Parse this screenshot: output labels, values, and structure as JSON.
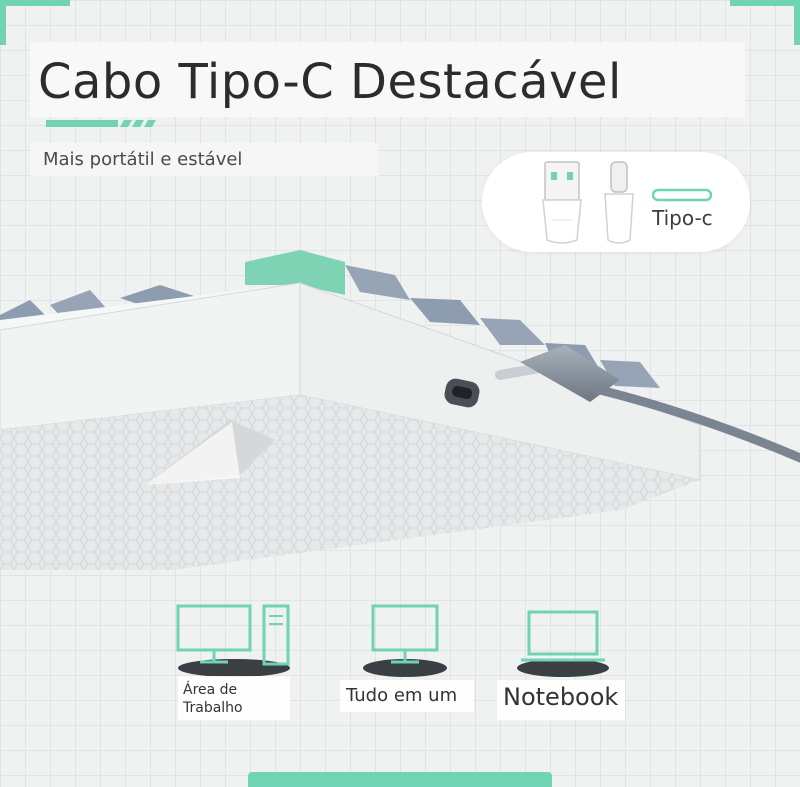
{
  "header": {
    "title": "Cabo Tipo-C Destacável",
    "subtitle": "Mais portátil e estável"
  },
  "connector_card": {
    "label": "Tipo-c",
    "icons": [
      "usb-a-connector-icon",
      "usb-c-connector-icon",
      "usb-c-port-icon"
    ]
  },
  "compatibility": {
    "items": [
      {
        "label_line1": "Área de",
        "label_line2": "Trabalho",
        "icon": "desktop-computer-icon"
      },
      {
        "label": "Tudo em um",
        "icon": "all-in-one-monitor-icon"
      },
      {
        "label": "Notebook",
        "icon": "notebook-icon"
      }
    ]
  },
  "colors": {
    "accent": "#6fd3b4",
    "keycap_gray": "#8e9cb0",
    "keycap_mint": "#7fd3b5",
    "cable": "#7b8592"
  }
}
